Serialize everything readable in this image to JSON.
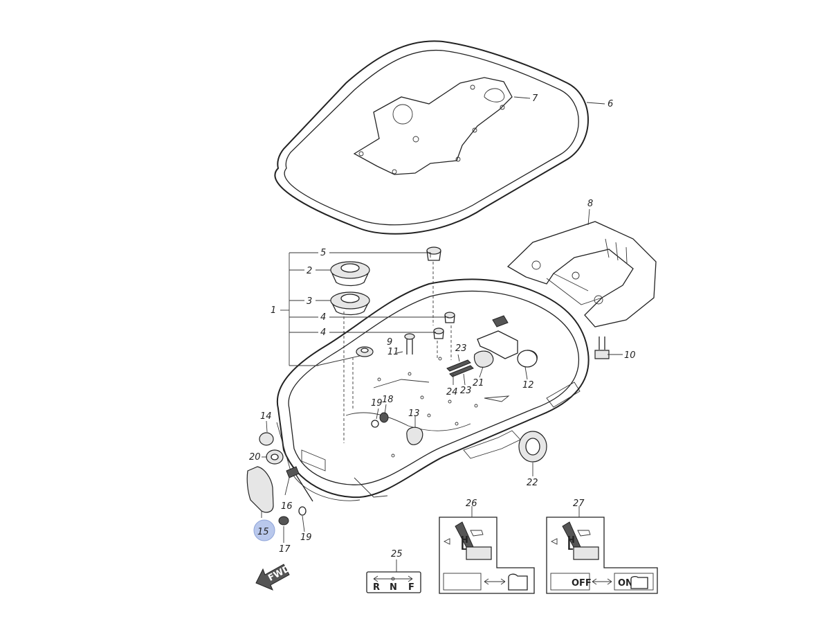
{
  "callouts": [
    {
      "id": "c1",
      "text": "1"
    },
    {
      "id": "c2",
      "text": "2"
    },
    {
      "id": "c3",
      "text": "3"
    },
    {
      "id": "c4a",
      "text": "4"
    },
    {
      "id": "c4b",
      "text": "4"
    },
    {
      "id": "c5",
      "text": "5"
    },
    {
      "id": "c6",
      "text": "6"
    },
    {
      "id": "c7",
      "text": "7"
    },
    {
      "id": "c8",
      "text": "8"
    },
    {
      "id": "c9",
      "text": "9"
    },
    {
      "id": "c10",
      "text": "10"
    },
    {
      "id": "c11",
      "text": "11"
    },
    {
      "id": "c12",
      "text": "12"
    },
    {
      "id": "c13",
      "text": "13"
    },
    {
      "id": "c14",
      "text": "14"
    },
    {
      "id": "c15",
      "text": "15"
    },
    {
      "id": "c16",
      "text": "16"
    },
    {
      "id": "c17",
      "text": "17"
    },
    {
      "id": "c18",
      "text": "18"
    },
    {
      "id": "c19a",
      "text": "19"
    },
    {
      "id": "c19b",
      "text": "19"
    },
    {
      "id": "c20",
      "text": "20"
    },
    {
      "id": "c21",
      "text": "21"
    },
    {
      "id": "c22",
      "text": "22"
    },
    {
      "id": "c23a",
      "text": "23"
    },
    {
      "id": "c23b",
      "text": "23"
    },
    {
      "id": "c24",
      "text": "24"
    },
    {
      "id": "c25",
      "text": "25"
    },
    {
      "id": "c26",
      "text": "26"
    },
    {
      "id": "c27",
      "text": "27"
    }
  ],
  "direction_arrow": {
    "text": "FWD"
  },
  "label25": {
    "r": "R",
    "n": "N",
    "f": "F"
  },
  "label26": {
    "h": "H",
    "l": "L"
  },
  "label27": {
    "h": "H",
    "l": "L",
    "off": "OFF",
    "on": "ON"
  },
  "highlight": {
    "part": "15",
    "color": "#b9c8ec"
  }
}
